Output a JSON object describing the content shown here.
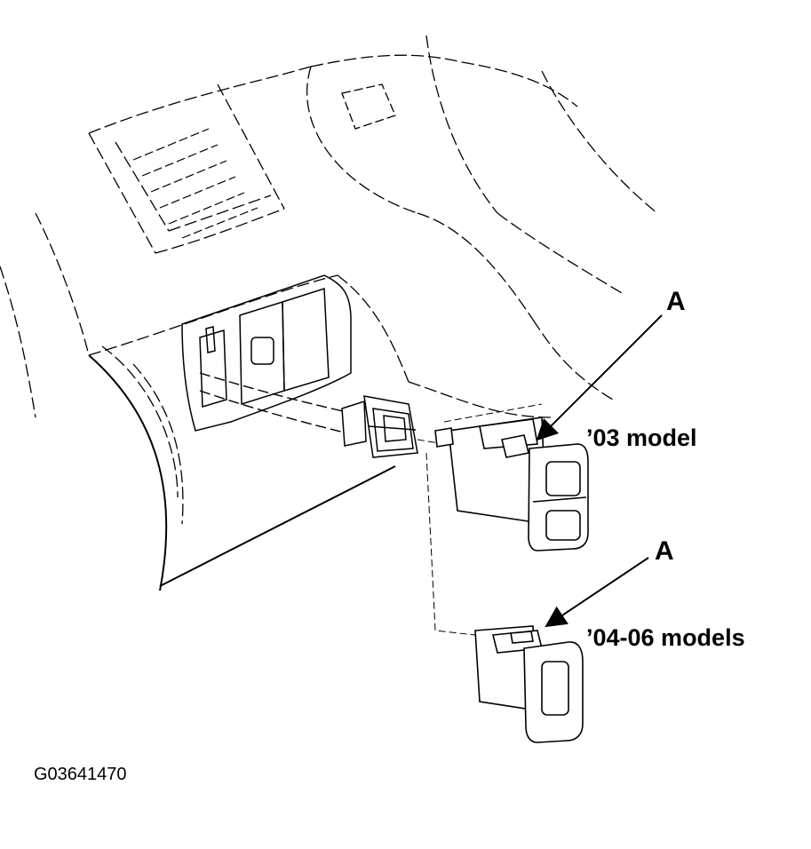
{
  "callouts": [
    {
      "letter": "A",
      "label": "’03 model"
    },
    {
      "letter": "A",
      "label": "’04-06 models"
    }
  ],
  "figure_id": "G03641470",
  "colors": {
    "line": "#000000",
    "background": "#ffffff"
  }
}
